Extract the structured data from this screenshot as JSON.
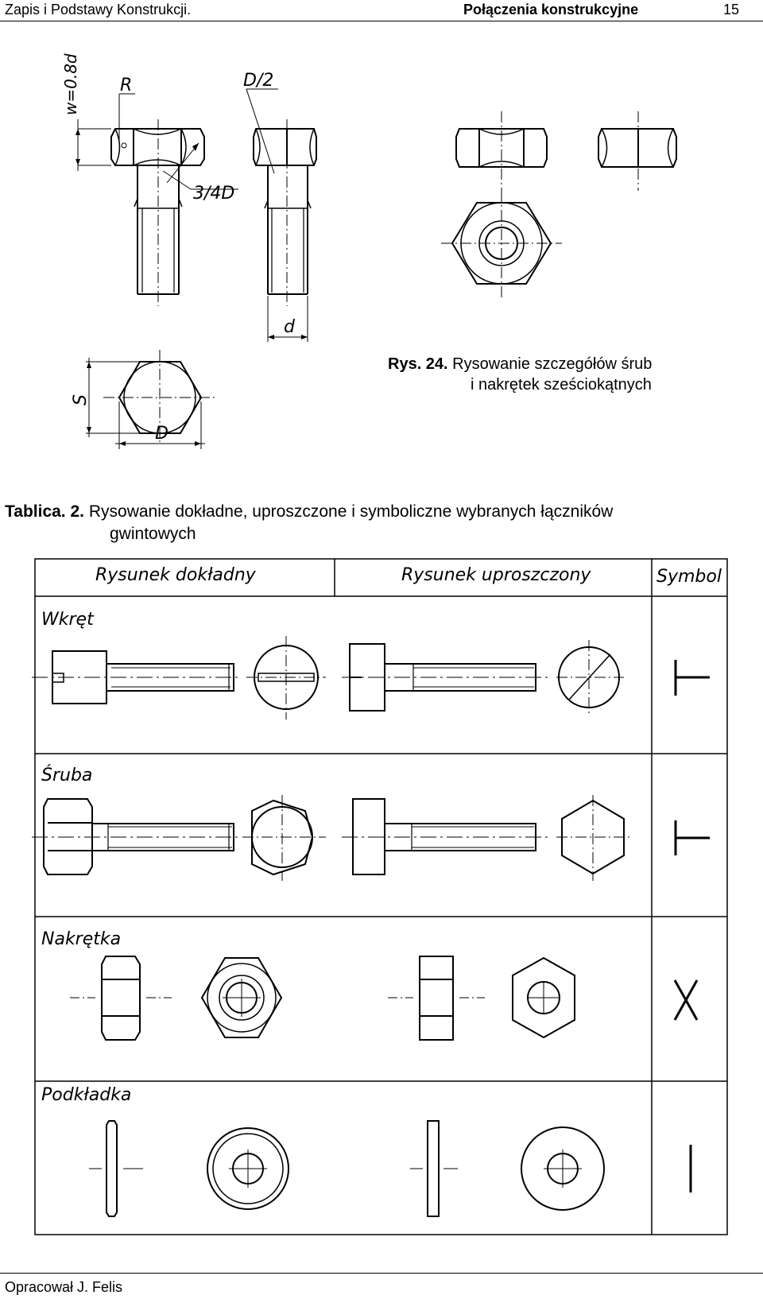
{
  "header": {
    "left": "Zapis i Podstawy Konstrukcji.",
    "center": "Połączenia konstrukcyjne",
    "page": "15"
  },
  "figure24": {
    "labels": {
      "w": "w=0.8d",
      "r": "R",
      "d_half": "D/2",
      "three_quarter_d": "3/4D",
      "d_small": "d",
      "s": "S",
      "d_big": "D"
    },
    "caption_number": "Rys. 24.",
    "caption_line1": "Rysowanie szczegółów śrub",
    "caption_line2": "i   nakrętek sześciokątnych"
  },
  "table": {
    "caption_number": "Tablica. 2.",
    "caption_line1": "Rysowanie dokładne, uproszczone i symboliczne wybranych  łączników",
    "caption_line2": "gwintowych",
    "columns": [
      "Rysunek dokładny",
      "Rysunek uproszczony",
      "Symbol"
    ],
    "rows": [
      "Wkręt",
      "Śruba",
      "Nakrętka",
      "Podkładka"
    ]
  },
  "footer": "Opracował J. Felis"
}
